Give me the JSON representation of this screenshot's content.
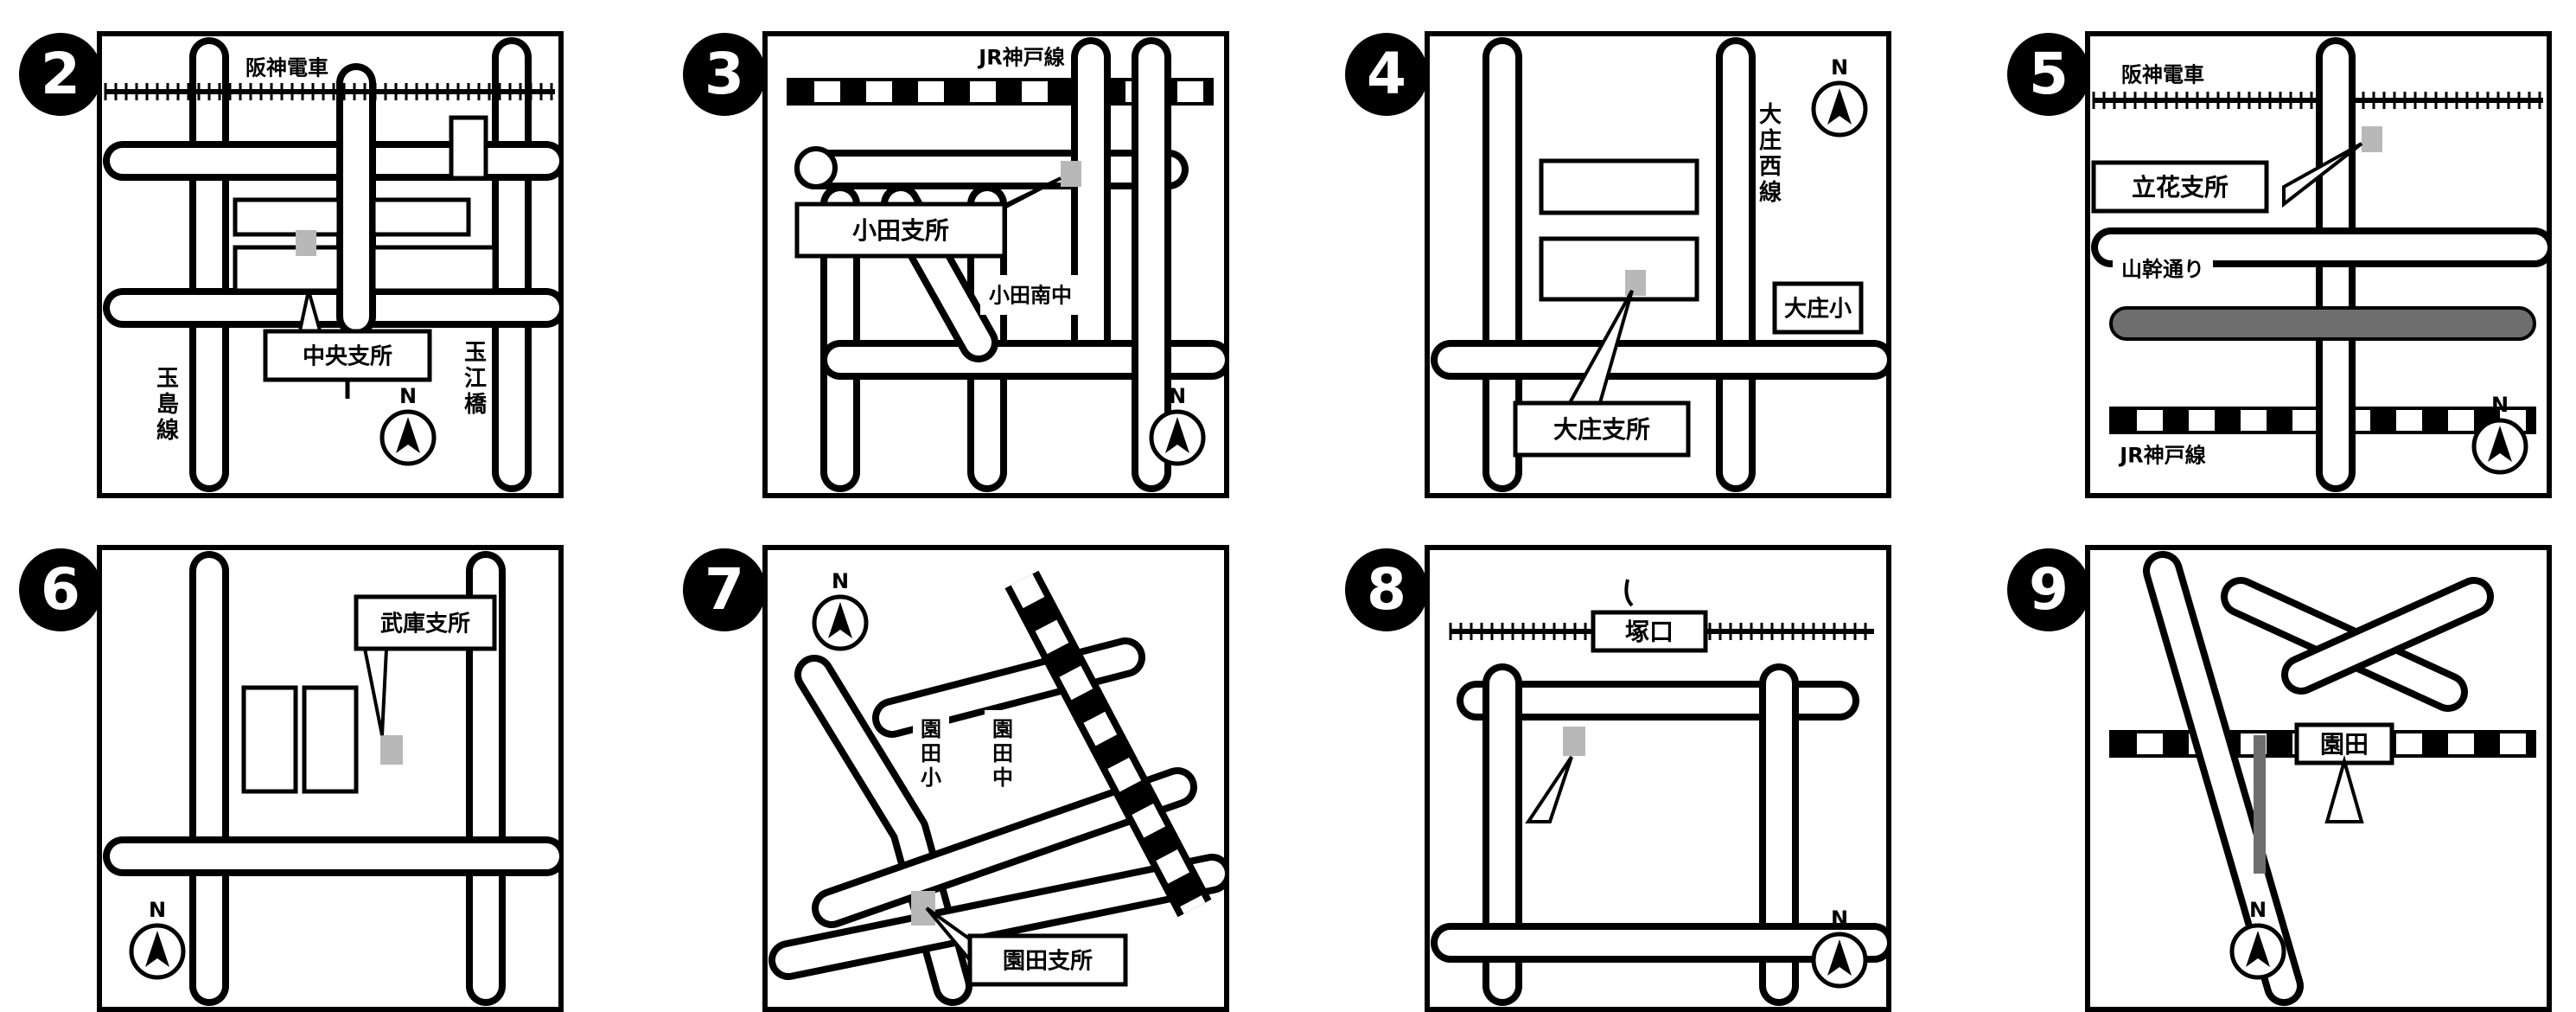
{
  "maps": [
    {
      "number": "2",
      "labels": [
        {
          "id": "office",
          "text": "中央支所",
          "box": true
        },
        {
          "id": "line",
          "text": "阪神電車"
        },
        {
          "id": "station",
          "text": "",
          "box": true
        },
        {
          "id": "bus",
          "text": ""
        },
        {
          "id": "road-left",
          "text": "玉\n島\n線"
        },
        {
          "id": "road-right",
          "text": "玉\n江\n橋"
        }
      ]
    },
    {
      "number": "3",
      "labels": [
        {
          "id": "office",
          "text": "小田支所",
          "box": true
        },
        {
          "id": "line",
          "text": "JR神戸線"
        },
        {
          "id": "station",
          "text": "",
          "box": true
        },
        {
          "id": "bus",
          "text": ""
        },
        {
          "id": "school1",
          "text": "小田南中"
        },
        {
          "id": "school2",
          "text": "",
          "box": true
        },
        {
          "id": "road",
          "text": ""
        }
      ]
    },
    {
      "number": "4",
      "labels": [
        {
          "id": "office",
          "text": "大庄支所",
          "box": true
        },
        {
          "id": "road1",
          "text": "大\n庄\n西\n線"
        },
        {
          "id": "road2",
          "text": ""
        },
        {
          "id": "road3",
          "text": ""
        },
        {
          "id": "school",
          "text": "大庄小",
          "box": true
        },
        {
          "id": "road4",
          "text": ""
        }
      ]
    },
    {
      "number": "5",
      "labels": [
        {
          "id": "office",
          "text": "立花支所",
          "box": true
        },
        {
          "id": "line1",
          "text": "阪神電車"
        },
        {
          "id": "line2",
          "text": "JR神戸線"
        },
        {
          "id": "road1",
          "text": "山幹通り"
        },
        {
          "id": "bus",
          "text": ""
        },
        {
          "id": "station",
          "text": "",
          "box": true
        },
        {
          "id": "facility",
          "text": ""
        },
        {
          "id": "road2",
          "text": ""
        }
      ]
    },
    {
      "number": "6",
      "labels": [
        {
          "id": "office",
          "text": "武庫支所",
          "box": true
        },
        {
          "id": "facility1",
          "text": ""
        },
        {
          "id": "facility2",
          "text": "",
          "box": true
        },
        {
          "id": "school1",
          "text": ""
        },
        {
          "id": "school2",
          "text": ""
        },
        {
          "id": "road1",
          "text": ""
        },
        {
          "id": "road2",
          "text": ""
        },
        {
          "id": "bus",
          "text": ""
        }
      ]
    },
    {
      "number": "7",
      "labels": [
        {
          "id": "office",
          "text": "園田支所",
          "box": true
        },
        {
          "id": "school1",
          "text": "園\n田\n小"
        },
        {
          "id": "school2",
          "text": "園\n田\n中"
        },
        {
          "id": "area",
          "text": ""
        },
        {
          "id": "bus",
          "text": ""
        },
        {
          "id": "road1",
          "text": ""
        },
        {
          "id": "line",
          "text": ""
        }
      ]
    },
    {
      "number": "8",
      "labels": [
        {
          "id": "office",
          "text": "",
          "box": true
        },
        {
          "id": "station",
          "text": "塚口",
          "box": true
        },
        {
          "id": "line",
          "text": ""
        },
        {
          "id": "bus",
          "text": ""
        }
      ]
    },
    {
      "number": "9",
      "labels": [
        {
          "id": "office",
          "text": "",
          "box": true
        },
        {
          "id": "station",
          "text": "園田",
          "box": true
        },
        {
          "id": "school",
          "text": ""
        },
        {
          "id": "bus",
          "text": ""
        },
        {
          "id": "line",
          "text": ""
        },
        {
          "id": "road",
          "text": ""
        }
      ]
    }
  ],
  "north_label": "N",
  "colors": {
    "ink": "#000000",
    "paper": "#ffffff",
    "marker": "#b8b8b8",
    "accent": "#6e6e6e"
  }
}
